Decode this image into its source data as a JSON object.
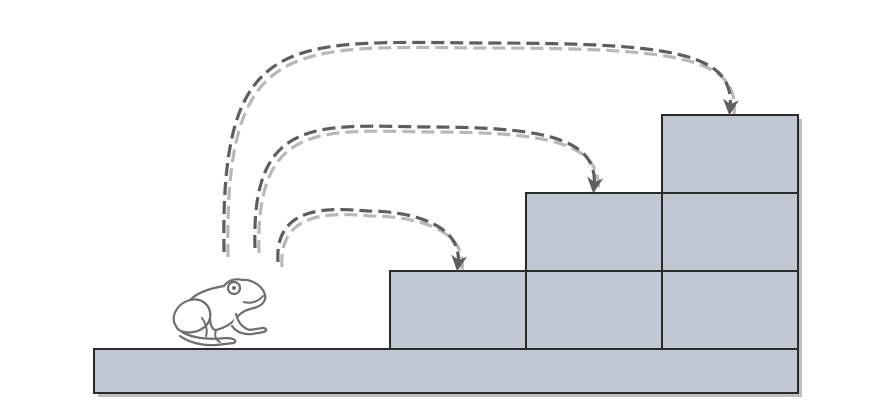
{
  "colors": {
    "block_fill": "#bfc8d2",
    "block_stroke": "#2a2a2a",
    "arc_main": "#5e5e5e",
    "arc_shadow": "#b8b8b8",
    "frog_stroke": "#6f6f6f",
    "background": "#ffffff"
  },
  "icons": {
    "jumper": "frog-icon",
    "arrow_head": "arrow-head-icon"
  },
  "steps": [
    {
      "step": 1,
      "column_height": 1
    },
    {
      "step": 2,
      "column_height": 2
    },
    {
      "step": 3,
      "column_height": 3
    }
  ],
  "jumps": [
    {
      "from": "ground",
      "to_step": 1
    },
    {
      "from": "ground",
      "to_step": 2
    },
    {
      "from": "ground",
      "to_step": 3
    }
  ]
}
